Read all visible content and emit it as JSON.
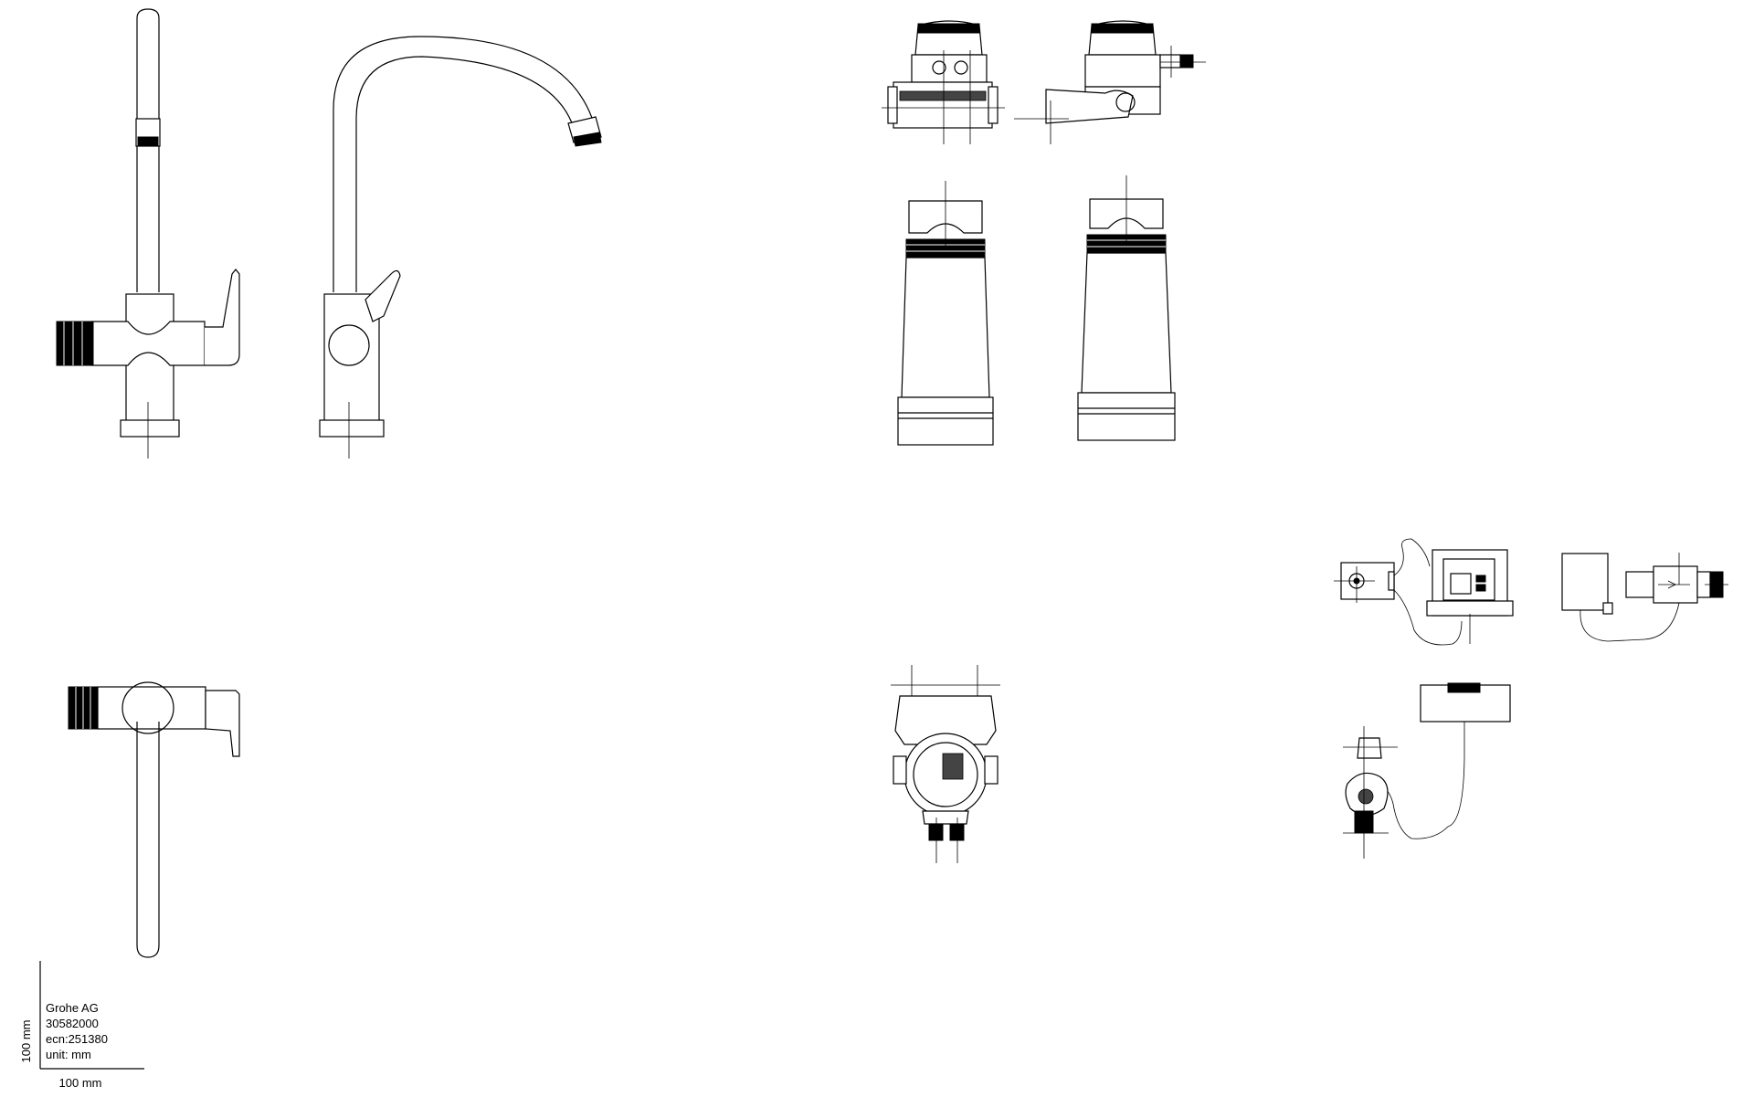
{
  "title_block": {
    "company": "Grohe AG",
    "article_number": "30582000",
    "ecn": "ecn:251380",
    "unit": "unit: mm"
  },
  "scale_bar": {
    "vertical_label": "100 mm",
    "horizontal_label": "100 mm"
  }
}
